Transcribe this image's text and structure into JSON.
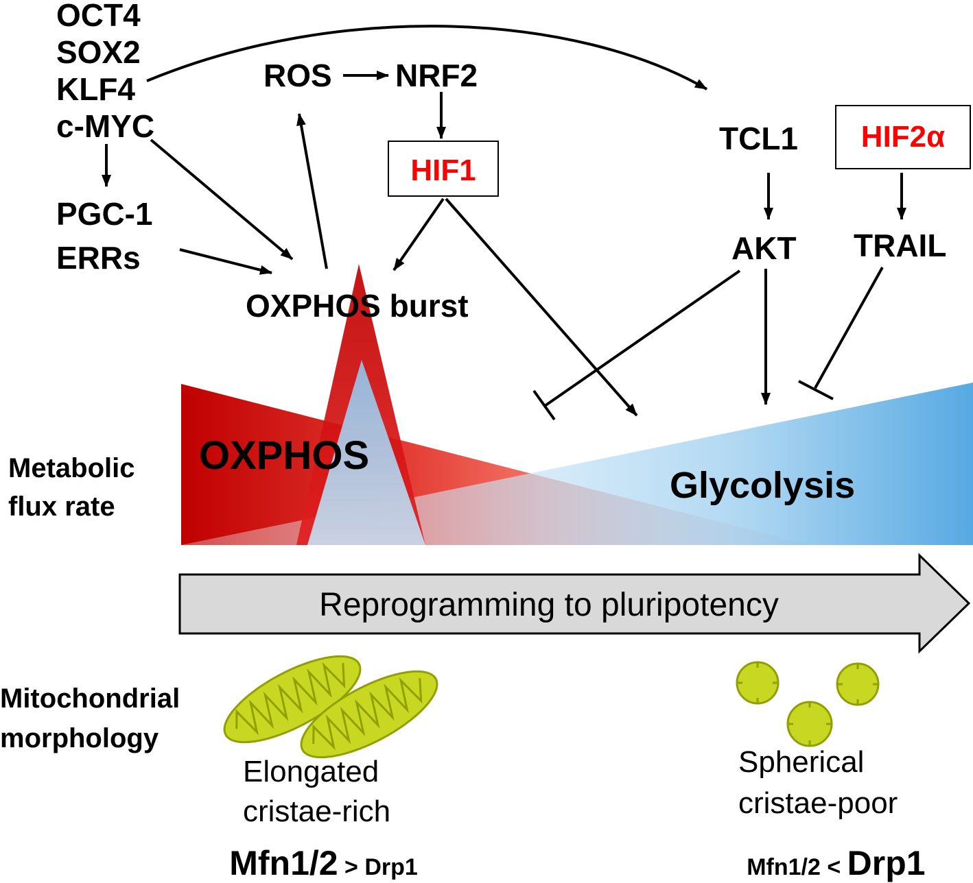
{
  "colors": {
    "oxphos_red": "#c00000",
    "glycolysis_blue": "#56a9e2",
    "hif_red": "#ff0000",
    "arrow_gray": "#d9d9d9",
    "mito_green": "#c8d822",
    "mito_outline": "#8fa000"
  },
  "factors": {
    "oct4": "OCT4",
    "sox2": "SOX2",
    "klf4": "KLF4",
    "cmyc": "c-MYC",
    "pgc1": "PGC-1",
    "errs": "ERRs",
    "ros": "ROS",
    "nrf2": "NRF2",
    "hif1": "HIF1",
    "tcl1": "TCL1",
    "hif2a": "HIF2α",
    "akt": "AKT",
    "trail": "TRAIL"
  },
  "flux": {
    "oxphos_burst": "OXPHOS burst",
    "oxphos": "OXPHOS",
    "glycolysis": "Glycolysis",
    "axis_label_line1": "Metabolic",
    "axis_label_line2": "flux rate"
  },
  "process": {
    "label": "Reprogramming to pluripotency"
  },
  "morphology": {
    "label_line1": "Mitochondrial",
    "label_line2": "morphology",
    "left_desc_line1": "Elongated",
    "left_desc_line2": "cristae-rich",
    "right_desc_line1": "Spherical",
    "right_desc_line2": "cristae-poor",
    "left_ratio_big": "Mfn1/2",
    "left_ratio_small": " > Drp1",
    "right_ratio_small": "Mfn1/2 < ",
    "right_ratio_big": "Drp1"
  }
}
